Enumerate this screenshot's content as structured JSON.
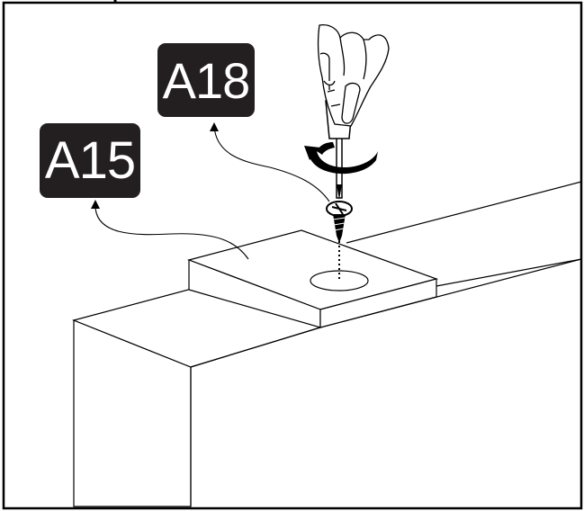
{
  "labels": {
    "a18": "A18",
    "a15": "A15"
  },
  "colors": {
    "ink": "#000000",
    "label_bg": "#231f20",
    "label_text": "#ffffff",
    "paper": "#ffffff"
  },
  "icons": [
    "screwdriver-in-hand",
    "rotation-arrow-icon",
    "screw-icon",
    "pointer-arrow-icon"
  ]
}
